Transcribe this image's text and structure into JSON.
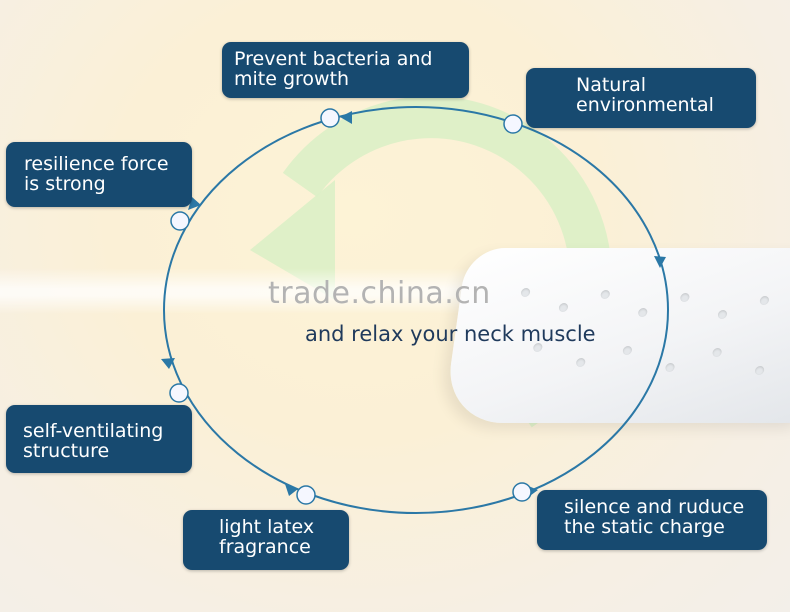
{
  "colors": {
    "box_bg": "#174a70",
    "box_text": "#ffffff",
    "cycle_line": "#2b78a6",
    "node_fill": "#f5f7ff",
    "green_arrow": "#dcefc6",
    "watermark": "#b3b3b3",
    "tagline": "#1f3a5c"
  },
  "watermark": "trade.china.cn",
  "tagline": "and relax your neck muscle",
  "features": {
    "prevent_bacteria": "Prevent bacteria and\nmite growth",
    "natural_environmental": "Natural\nenvironmental",
    "resilience": "resilience force\nis strong",
    "self_ventilating": "self-ventilating\nstructure",
    "light_latex": "light latex\nfragrance",
    "silence_static": "silence and ruduce\nthe static charge"
  },
  "icons": {
    "cycle": "circular-flow-arrows",
    "center": "green-recycle-arrow-icon",
    "product": "latex-pillow-image"
  }
}
